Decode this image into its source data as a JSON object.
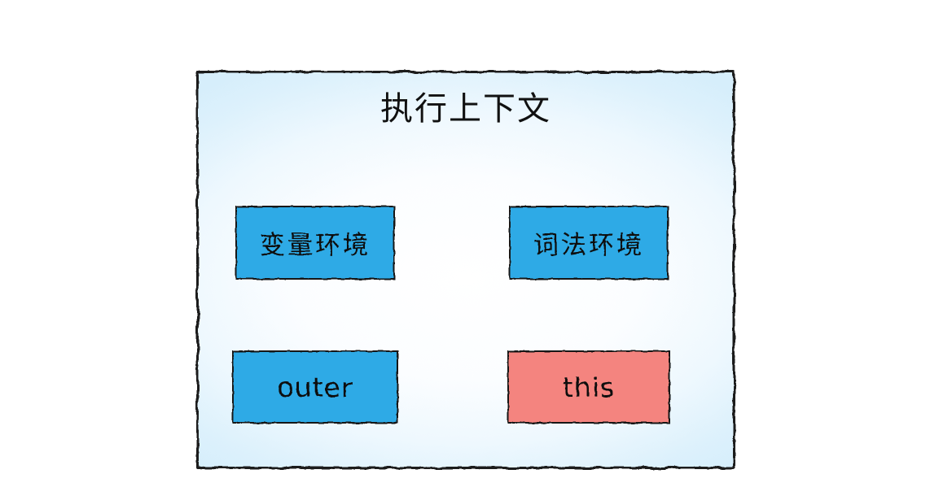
{
  "diagram": {
    "type": "block-diagram",
    "title": "执行上下文",
    "container": {
      "name": "execution-context-box",
      "border_color": "#1b1b1b",
      "background": "#ffffff",
      "glow_color": "#d6eefb"
    },
    "nodes": [
      {
        "id": "variable-environment",
        "label": "变量环境",
        "color": "#2eaae6",
        "text_color": "#111111",
        "row": 1,
        "col": 1
      },
      {
        "id": "lexical-environment",
        "label": "词法环境",
        "color": "#2eaae6",
        "text_color": "#111111",
        "row": 1,
        "col": 2
      },
      {
        "id": "outer",
        "label": "outer",
        "color": "#2eaae6",
        "text_color": "#111111",
        "row": 2,
        "col": 1
      },
      {
        "id": "this",
        "label": "this",
        "color": "#f4847f",
        "text_color": "#111111",
        "row": 2,
        "col": 2
      }
    ],
    "colors": {
      "blue": "#2eaae6",
      "red": "#f4847f",
      "stroke": "#151515",
      "background": "#ffffff"
    }
  }
}
